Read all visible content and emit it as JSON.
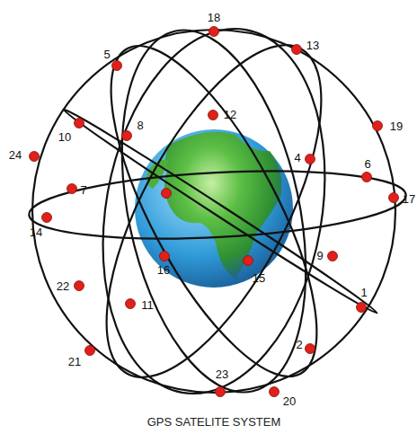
{
  "diagram": {
    "caption": "GPS SATELITE SYSTEM",
    "labels": [
      "18",
      "13",
      "5",
      "19",
      "12",
      "8",
      "10",
      "24",
      "4",
      "6",
      "17",
      "7",
      "14",
      "16",
      "15",
      "9",
      "1",
      "22",
      "11",
      "2",
      "21",
      "23",
      "20"
    ]
  }
}
